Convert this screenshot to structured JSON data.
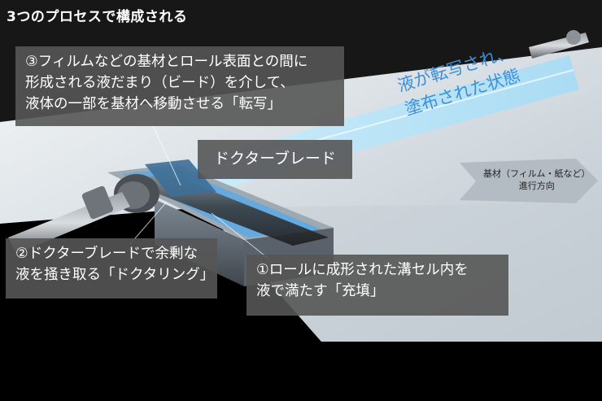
{
  "title": "3つのプロセスで構成される",
  "callouts": {
    "step3": {
      "lines": [
        "③フィルムなどの基材とロール表面との間に",
        "形成される液だまり（ビード）を介して、",
        "液体の一部を基材へ移動させる「転写」"
      ]
    },
    "doctor_blade": {
      "label": "ドクターブレード"
    },
    "step2": {
      "lines": [
        "②ドクターブレードで余剰な",
        "液を掻き取る「ドクタリング」"
      ]
    },
    "step1": {
      "lines": [
        "①ロールに成形された溝セル内を",
        "液で満たす「充填」"
      ]
    }
  },
  "coated_state": {
    "lines": [
      "液が転写され、",
      "塗布された状態"
    ]
  },
  "substrate": {
    "lines": [
      "基材（フィルム・紙など）",
      "進行方向"
    ]
  },
  "colors": {
    "background": "#000000",
    "film_light": "#e8eef2",
    "coating_blue": "#a8dcf4",
    "label_blue": "#3c8fd8",
    "callout_bg": "#555555",
    "text_white": "#ffffff"
  }
}
